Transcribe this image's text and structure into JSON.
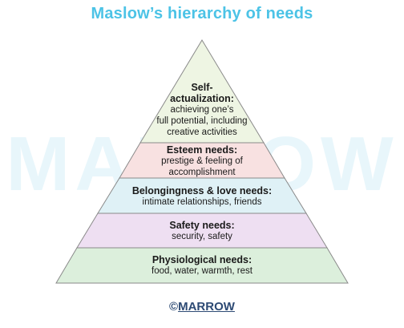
{
  "title": "Maslow’s hierarchy of needs",
  "watermark": "MARROW",
  "copyright": {
    "symbol": "©",
    "brand": "MARROW"
  },
  "tiers": [
    {
      "heading": "Self-\nactualization:",
      "desc": "achieving one’s\nfull potential, including\ncreative activities",
      "color": "#eef5e3"
    },
    {
      "heading": "Esteem needs:",
      "desc": "prestige & feeling of\naccomplishment",
      "color": "#f8e1e1"
    },
    {
      "heading": "Belongingness & love needs:",
      "desc": "intimate relationships, friends",
      "color": "#dff1f6"
    },
    {
      "heading": "Safety needs:",
      "desc": "security, safety",
      "color": "#eedff2"
    },
    {
      "heading": "Physiological needs:",
      "desc": "food, water, warmth, rest",
      "color": "#dcefdc"
    }
  ]
}
